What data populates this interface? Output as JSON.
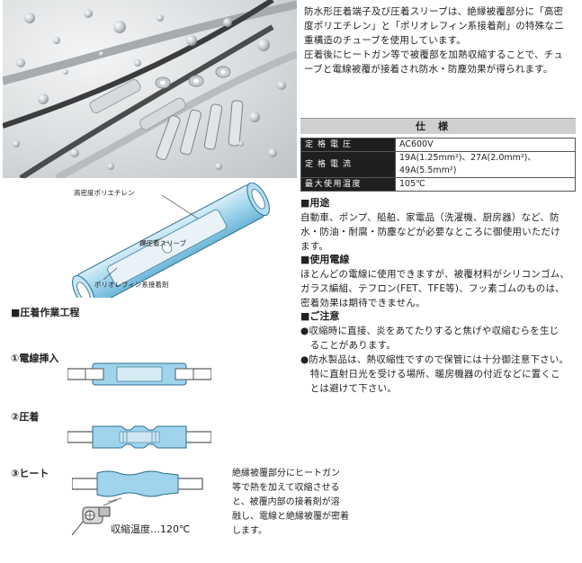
{
  "intro": {
    "lines": [
      "防水形圧着端子及び圧着スリーブは、絶縁被覆部分に「高密",
      "度ポリエチレン」と「ポリオレフィン系接着剤」の特殊な二",
      "重構造のチューブを使用しています。",
      "圧着後にヒートガン等で被覆部を加熱収縮することで、チュ",
      "ーブと電線被覆が接着され防水・防塵効果が得られます。"
    ]
  },
  "spec": {
    "title": "仕様",
    "rows": [
      {
        "label": "定格電圧",
        "value": "AC600V"
      },
      {
        "label": "定格電流",
        "value": "19A(1.25mm²)、27A(2.0mm²)、49A(5.5mm²)"
      },
      {
        "label": "最大使用温度",
        "value": "105℃"
      }
    ]
  },
  "diagram": {
    "label_hdpe": "高密度ポリエチレン",
    "label_sleeve": "裸圧着スリーブ",
    "label_adhesive": "ポリオレフィン系接着剤"
  },
  "uses": {
    "heading": "■用途",
    "lines": [
      "自動車、ポンプ、船舶、家電品（洗濯機、厨房器）など、防",
      "水・防油・耐腐・防塵などが必要なところに御使用いただけ",
      "ます。"
    ]
  },
  "wire": {
    "heading": "■使用電線",
    "lines": [
      "ほとんどの電線に使用できますが、被覆材料がシリコンゴム、",
      "ガラス編組、テフロン(FET、TFE等)、フッ素ゴムのものは、",
      "密着効果は期待できません。"
    ]
  },
  "caution": {
    "heading": "■ご注意",
    "items": [
      {
        "lines": [
          "●収縮時に直接、炎をあてたりすると焦げや収縮むらを生じ",
          "　ることがあります。"
        ]
      },
      {
        "lines": [
          "●防水製品は、熱収縮性ですので保管には十分御注意下さい。",
          "　特に直射日光を受ける場所、暖房機器の付近などに置くこ",
          "　とは避けて下さい。"
        ]
      }
    ]
  },
  "process": {
    "heading": "■圧着作業工程",
    "step1": "①電線挿入",
    "step2": "②圧着",
    "step3": "③ヒート",
    "temp_label": "収縮温度…120℃",
    "heat_note_lines": [
      "絶縁被覆部分にヒートガン",
      "等で熱を加えて収縮させる",
      "と、被覆内部の接着剤が溶",
      "融し、電線と絶縁被覆が密着",
      "します。"
    ]
  },
  "colors": {
    "sleeve_blue": "#9fd4ec",
    "sleeve_dark": "#5aa8cc",
    "spec_label_bg": "#1f1f1f"
  }
}
